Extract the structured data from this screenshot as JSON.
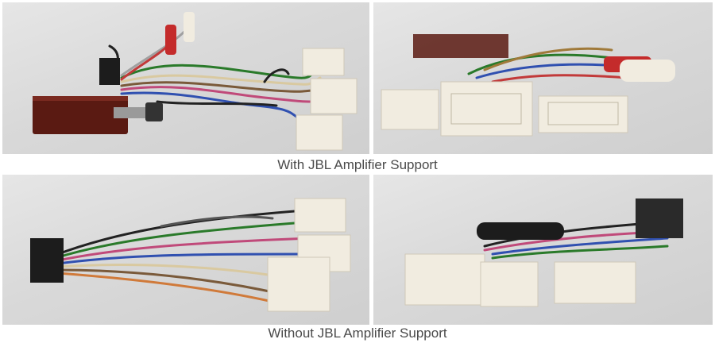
{
  "captions": {
    "with_jbl": "With JBL Amplifier Support",
    "without_jbl": "Without JBL Amplifier Support"
  },
  "photos": [
    {
      "group": "with_jbl",
      "view": "harness-with-module-box"
    },
    {
      "group": "with_jbl",
      "view": "connectors-closeup"
    },
    {
      "group": "without_jbl",
      "view": "harness-full"
    },
    {
      "group": "without_jbl",
      "view": "connectors-closeup"
    }
  ],
  "colors": {
    "background": "#d9d9d9",
    "module_box": "#5a1a12",
    "connector": "#f1ece0",
    "caption_text": "#4a4a4a"
  }
}
